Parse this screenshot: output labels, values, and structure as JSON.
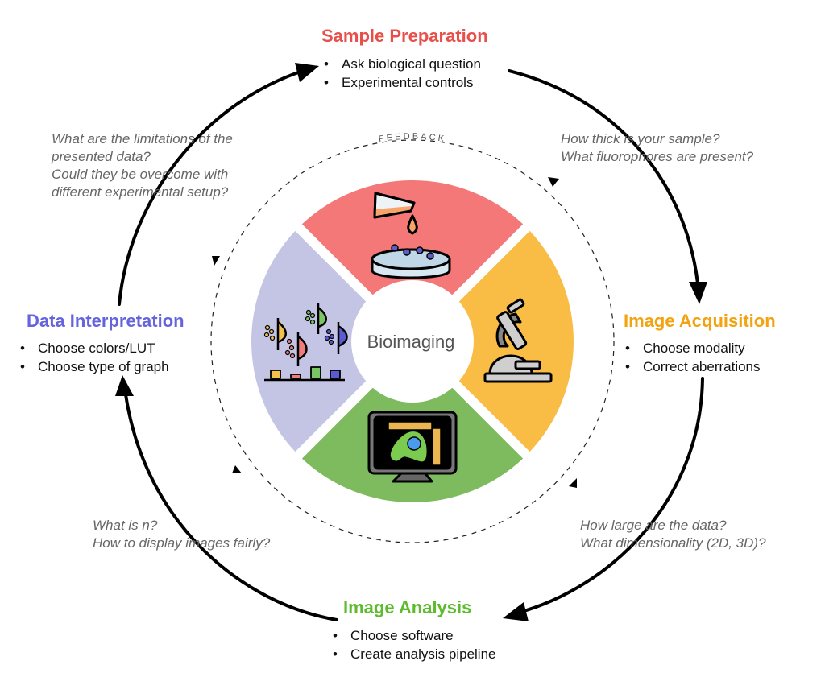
{
  "center_label": "Bioimaging",
  "feedback_label": "FEEDBACK",
  "colors": {
    "sample_preparation": "#E84E4A",
    "image_acquisition": "#F2A30F",
    "image_analysis": "#5DBB2E",
    "data_interpretation": "#6664DD",
    "wedge_red": "#F47878",
    "wedge_orange": "#F9BD45",
    "wedge_green": "#7EBB5E",
    "wedge_lavender": "#C4C4E4",
    "question_text": "#666666",
    "arrow": "#000000"
  },
  "stages": {
    "sample_preparation": {
      "title": "Sample Preparation",
      "bullets": [
        "Ask biological question",
        "Experimental controls"
      ],
      "icon": "flask-petri-dish-icon"
    },
    "image_acquisition": {
      "title": "Image Acquisition",
      "bullets": [
        "Choose modality",
        "Correct aberrations"
      ],
      "icon": "microscope-icon"
    },
    "image_analysis": {
      "title": "Image Analysis",
      "bullets": [
        "Choose software",
        "Create analysis pipeline"
      ],
      "icon": "monitor-cell-icon"
    },
    "data_interpretation": {
      "title": "Data Interpretation",
      "bullets": [
        "Choose colors/LUT",
        "Choose type of graph"
      ],
      "icon": "distribution-chart-icon"
    }
  },
  "questions": {
    "prep_to_acquisition": [
      "How thick is your sample?",
      "What fluorophores are present?"
    ],
    "acquisition_to_analysis": [
      "How large are the data?",
      "What dimensionality (2D, 3D)?"
    ],
    "analysis_to_interpretation": [
      "What is n?",
      "How to display images fairly?"
    ],
    "interpretation_to_prep": [
      "What are the limitations of the",
      "presented data?",
      "Could they be overcome with",
      "different experimental setup?"
    ]
  }
}
